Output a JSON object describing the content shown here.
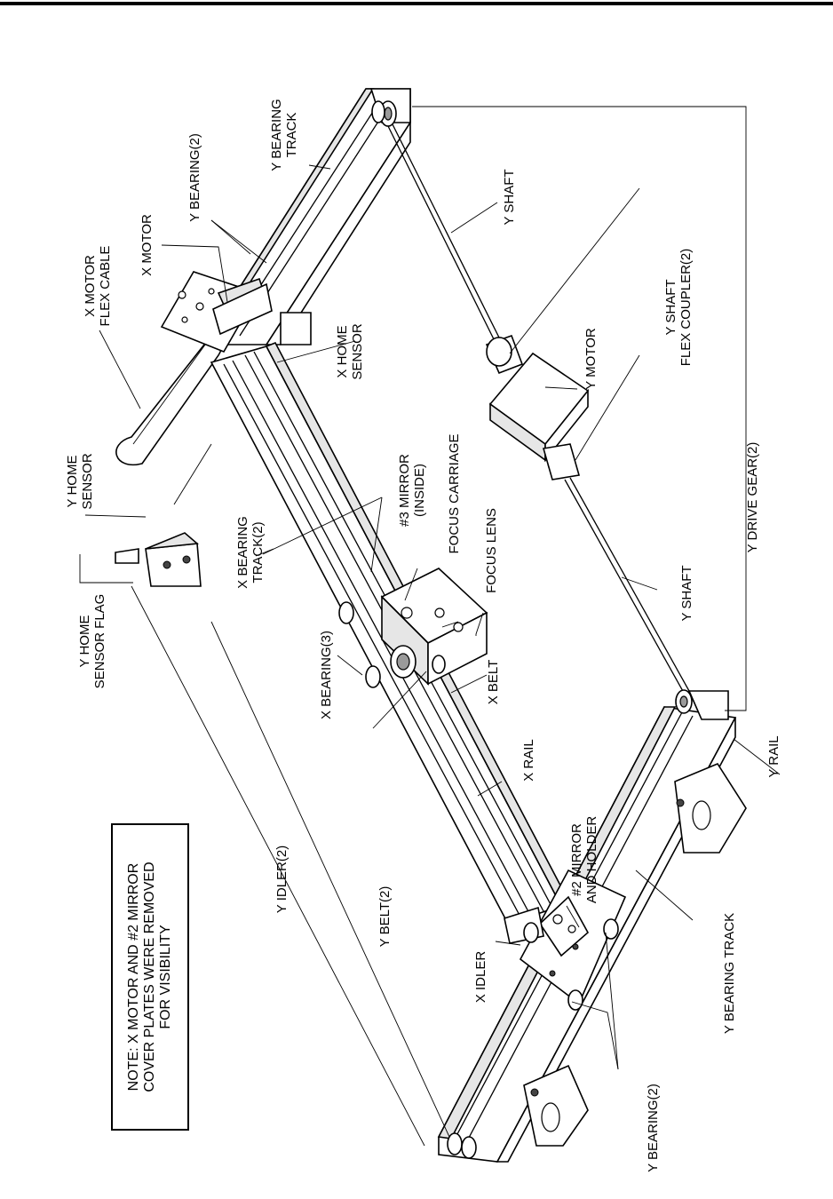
{
  "labels": {
    "y_bearing_track_top": [
      "Y BEARING",
      "TRACK"
    ],
    "y_bearing_2_top": "Y BEARING(2)",
    "x_motor": "X MOTOR",
    "x_motor_flex_cable": [
      "X MOTOR",
      "FLEX CABLE"
    ],
    "y_shaft_top": "Y SHAFT",
    "y_shaft_flex_coupler": [
      "Y SHAFT",
      "FLEX COUPLER(2)"
    ],
    "y_motor": "Y MOTOR",
    "x_home_sensor": [
      "X HOME",
      "SENSOR"
    ],
    "mirror_3": [
      "#3 MIRROR",
      "(INSIDE)"
    ],
    "focus_carriage": "FOCUS CARRIAGE",
    "focus_lens": "FOCUS LENS",
    "y_home_sensor": [
      "Y HOME",
      "SENSOR"
    ],
    "x_bearing_track": [
      "X BEARING",
      "TRACK(2)"
    ],
    "y_shaft_bottom": "Y SHAFT",
    "y_drive_gear": "Y DRIVE GEAR(2)",
    "y_home_sensor_flag": [
      "Y HOME",
      "SENSOR FLAG"
    ],
    "x_bearing_3": "X BEARING(3)",
    "x_belt": "X BELT",
    "x_rail": "X RAIL",
    "mirror_2": [
      "#2 MIRROR",
      "AND HOLDER"
    ],
    "y_rail": "Y RAIL",
    "y_idler": "Y IDLER(2)",
    "y_belt": "Y BELT(2)",
    "x_idler": "X IDLER",
    "y_bearing_track_bottom": "Y BEARING TRACK",
    "y_bearing_2_bottom": "Y BEARING(2)"
  },
  "note": [
    "NOTE: X MOTOR AND #2 MIRROR",
    "COVER PLATES WERE REMOVED",
    "FOR VISIBILITY"
  ]
}
